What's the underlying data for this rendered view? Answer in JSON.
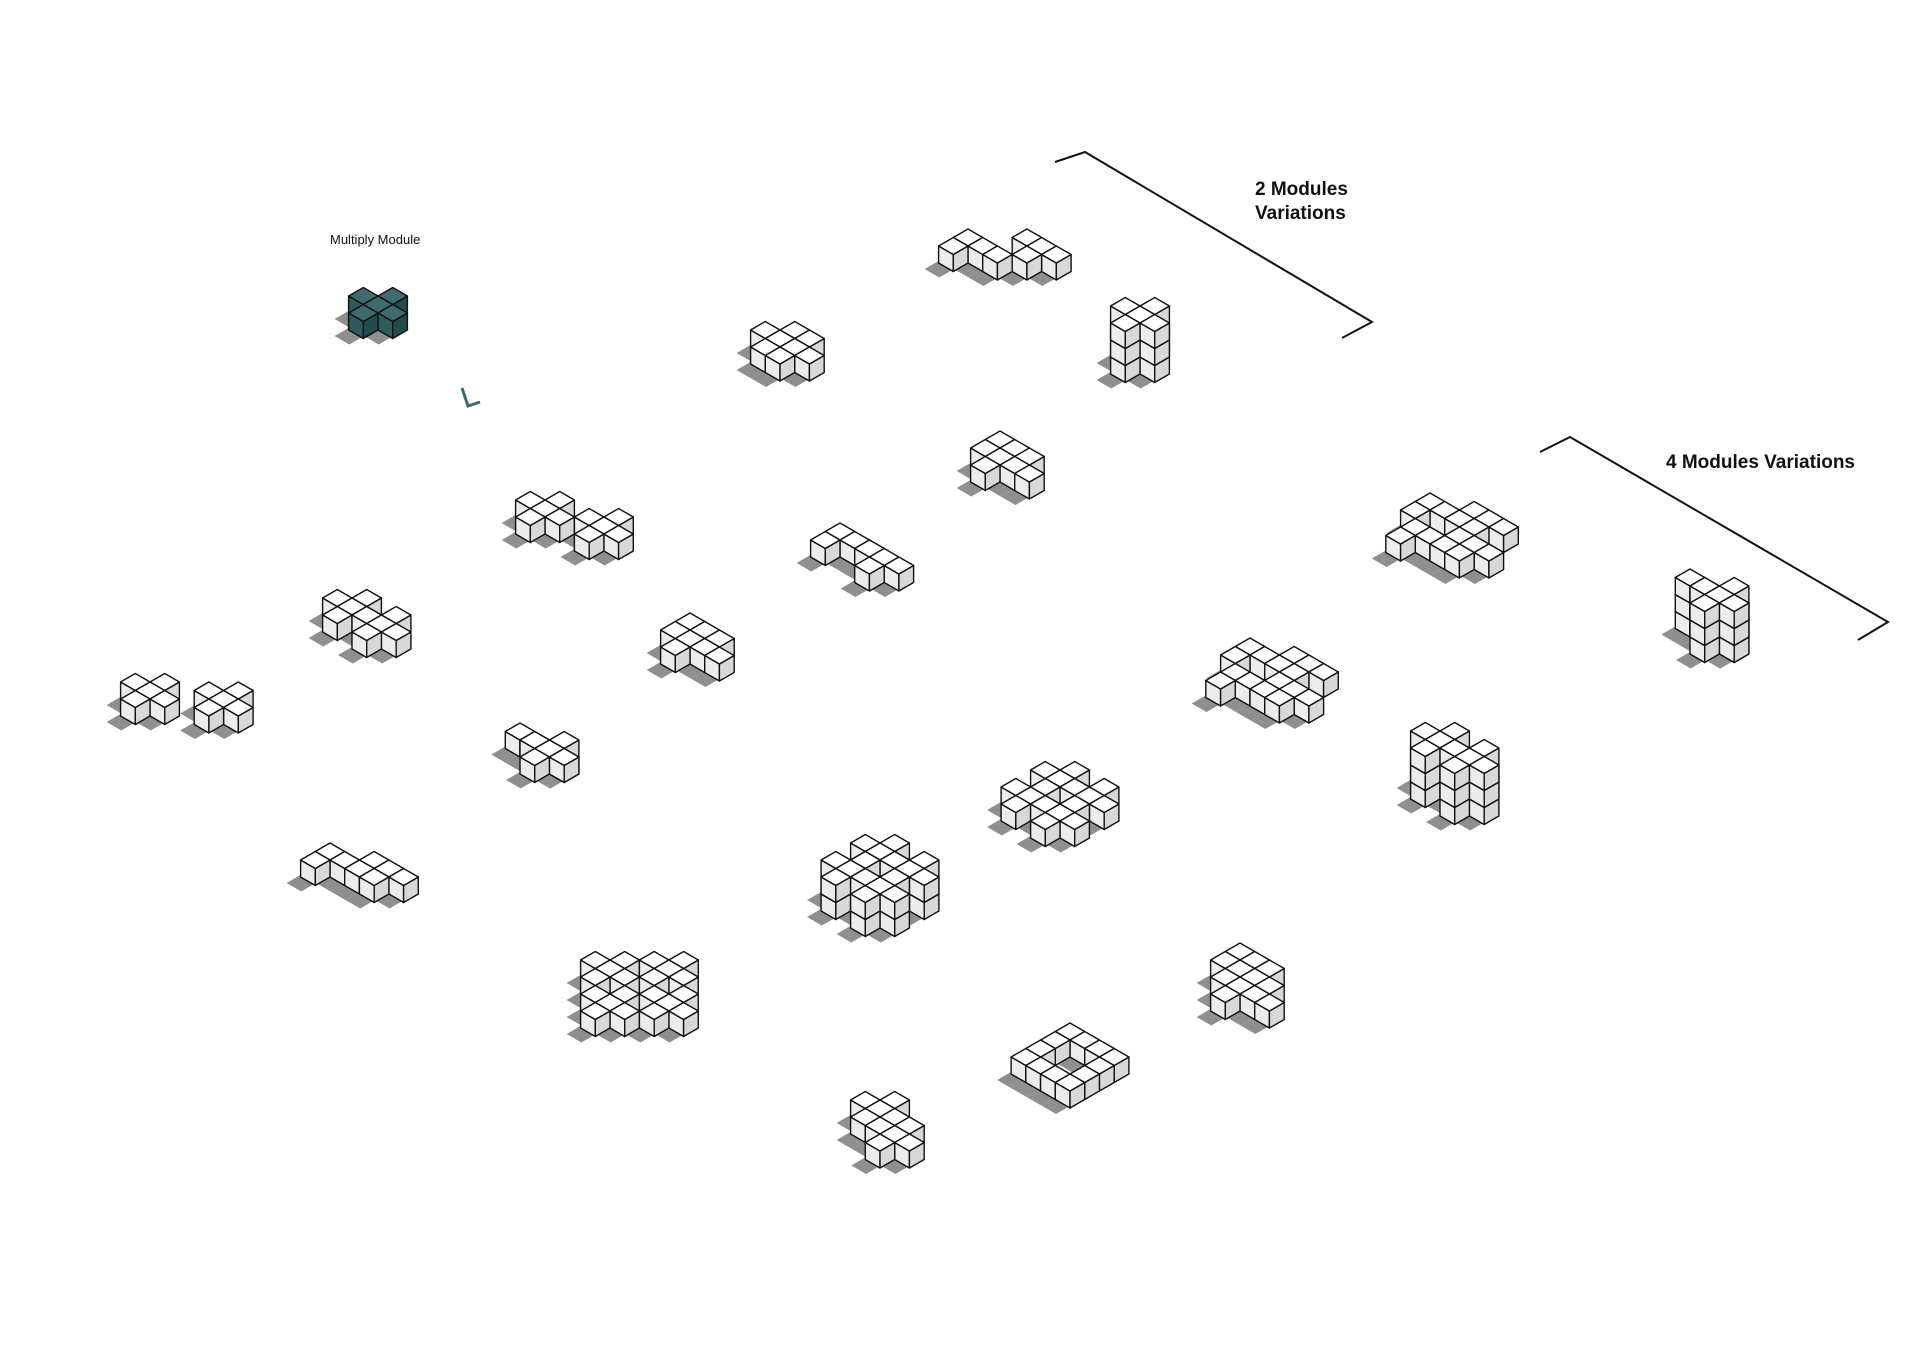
{
  "labels": {
    "module": "Multiply Module",
    "two_modules_line1": "2 Modules",
    "two_modules_line2": "Variations",
    "four_modules": "4 Modules Variations"
  },
  "colors": {
    "module_top": "#3d6b6e",
    "module_front": "#2f5b5e",
    "module_side": "#234a4d",
    "block_top": "#ffffff",
    "block_front": "#ececec",
    "block_side": "#d8d8d8",
    "shadow": "#8f8f8f",
    "line": "#111111",
    "arrow": "#3d6b6e"
  }
}
